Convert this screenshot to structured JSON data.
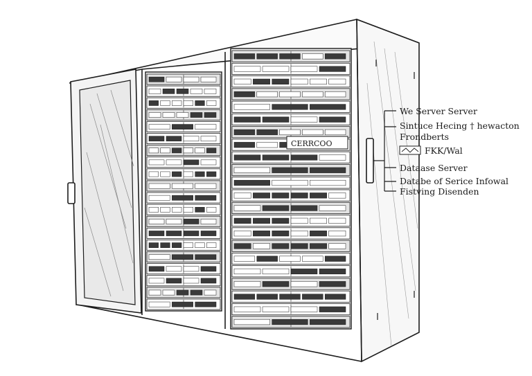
{
  "labels": {
    "l1": "We Server Server",
    "l2": "Sintuce Hecing † hewacton",
    "l3": "Frondberts",
    "l4": "FKK/Wal",
    "l5": "Dataase Server",
    "l6": "Databe of Serice Infowal",
    "l7": "Fistving Disenden"
  },
  "rack_plate": "CERRCOO",
  "colors": {
    "ink": "#1c1c1c",
    "paper": "#ffffff"
  }
}
